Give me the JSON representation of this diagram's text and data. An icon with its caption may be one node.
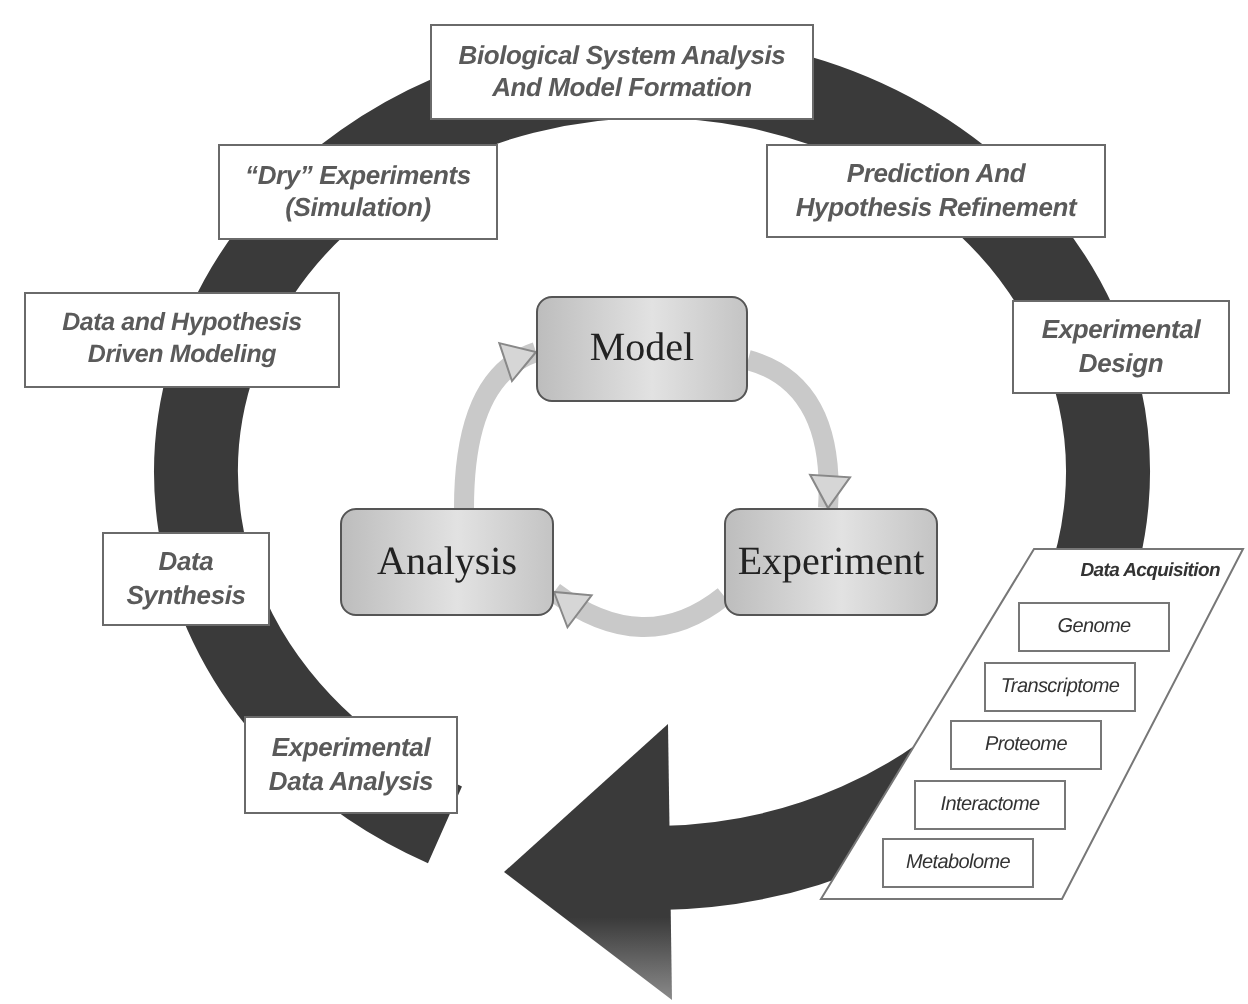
{
  "diagram": {
    "nodes": [
      {
        "text": [
          "Biological System Analysis And Model Formation"
        ]
      },
      {
        "text": [
          "“Dry” Experiments (Simulation)"
        ]
      },
      {
        "text": [
          "Prediction And Hypothesis Refinement"
        ]
      },
      {
        "text": [
          "Data and Hypothesis Driven Modeling"
        ]
      },
      {
        "text": [
          "Experimental Design"
        ]
      },
      {
        "text": [
          "Model"
        ]
      },
      {
        "text": [
          "Analysis"
        ]
      },
      {
        "text": [
          "Experiment"
        ]
      },
      {
        "text": [
          "Data Synthesis"
        ]
      },
      {
        "text": [
          "Data Acquisition"
        ]
      },
      {
        "text": [
          "Genome"
        ],
        "in": 9
      },
      {
        "text": [
          "Transcriptome"
        ],
        "in": 9
      },
      {
        "text": [
          "Proteome"
        ],
        "in": 9
      },
      {
        "text": [
          "Interactome"
        ],
        "in": 9
      },
      {
        "text": [
          "Metabolome"
        ],
        "in": 9
      },
      {
        "text": [
          "Experimental Data Analysis"
        ]
      }
    ],
    "edges": [
      {
        "from": 5,
        "to": 7,
        "arrow": "to"
      },
      {
        "from": 7,
        "to": 6,
        "arrow": "to"
      },
      {
        "from": 6,
        "to": 5,
        "arrow": "to"
      }
    ]
  }
}
